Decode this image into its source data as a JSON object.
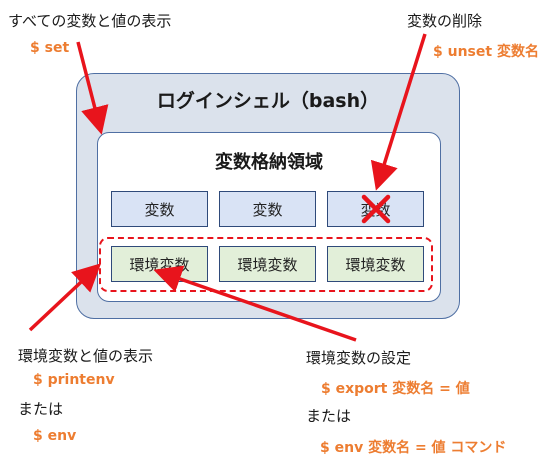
{
  "shell": {
    "title": "ログインシェル（bash）"
  },
  "storage": {
    "title": "変数格納領域",
    "variables": [
      "変数",
      "変数",
      "変数"
    ],
    "env_variables": [
      "環境変数",
      "環境変数",
      "環境変数"
    ]
  },
  "annotations": {
    "show_all": {
      "label": "すべての変数と値の表示",
      "command": "$ set"
    },
    "unset": {
      "label": "変数の削除",
      "command": "$ unset 変数名"
    },
    "show_env": {
      "label": "環境変数と値の表示",
      "command": "$ printenv",
      "or": "または",
      "command_alt": "$ env"
    },
    "set_env": {
      "label": "環境変数の設定",
      "command": "$ export 変数名 = 値",
      "or": "または",
      "command_alt": "$ env 変数名 = 値 コマンド"
    }
  },
  "colors": {
    "arrow": "#e8141c",
    "command": "#ed7d31",
    "variable_fill": "#d9e3f5",
    "env_fill": "#e2efd9",
    "shell_fill": "#dbe2ec"
  }
}
